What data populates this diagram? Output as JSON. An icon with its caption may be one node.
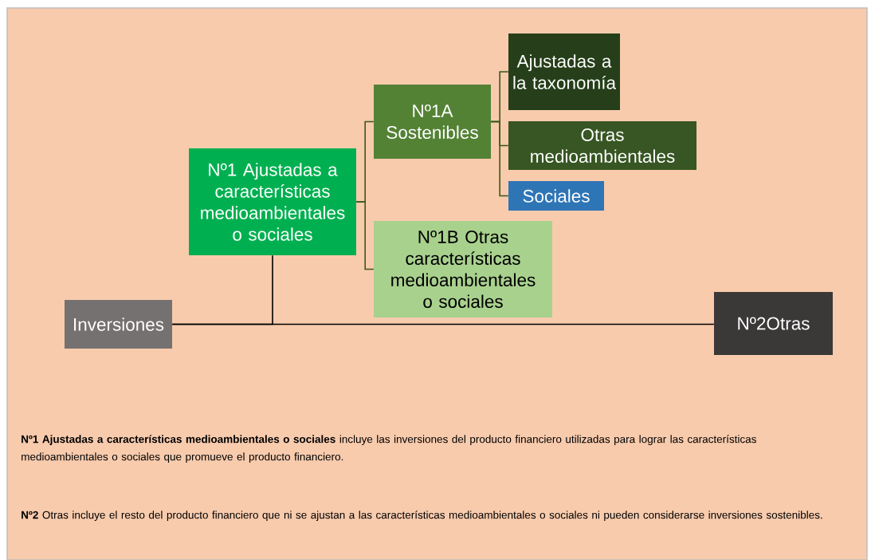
{
  "diagram": {
    "nodes": [
      {
        "text": [
          "Inversiones"
        ]
      },
      {
        "text": [
          "Nº1 Ajustadas a características medioambientales o sociales"
        ]
      },
      {
        "text": [
          "Nº1A Sostenibles"
        ]
      },
      {
        "text": [
          "Ajustadas a la taxonomía"
        ]
      },
      {
        "text": [
          "Otras medioambientales"
        ]
      },
      {
        "text": [
          "Sociales"
        ]
      },
      {
        "text": [
          "Nº1B Otras características medioambientales o sociales"
        ]
      },
      {
        "text": [
          "Nº2Otras"
        ]
      }
    ],
    "edges": [
      {
        "from": 0,
        "to": 1,
        "arrow": "none",
        "color": "#000000"
      },
      {
        "from": 0,
        "to": 7,
        "arrow": "none",
        "color": "#000000"
      },
      {
        "from": 1,
        "to": 2,
        "arrow": "none"
      },
      {
        "from": 1,
        "to": 6,
        "arrow": "none"
      },
      {
        "from": 2,
        "to": 3,
        "arrow": "none"
      },
      {
        "from": 2,
        "to": 4,
        "arrow": "none"
      },
      {
        "from": 2,
        "to": 5,
        "arrow": "none"
      }
    ],
    "labels": [
      "**Nº1 Ajustadas a características medioambientales o sociales** incluye las inversiones del producto financiero utilizadas para lograr las características medioambientales o sociales que promueve el producto financiero.",
      "**Nº2** Otras incluye el resto del producto financiero que ni se ajustan a las características medioambientales o sociales ni pueden considerarse inversiones sostenibles."
    ]
  }
}
